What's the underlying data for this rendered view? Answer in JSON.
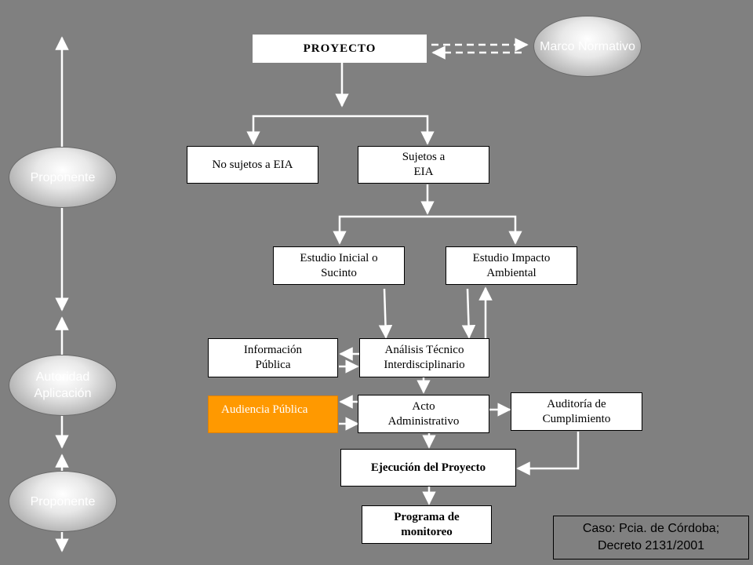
{
  "colors": {
    "background": "#808080",
    "node_fill": "#ffffff",
    "highlight_fill": "#ff9900",
    "connector": "#ffffff"
  },
  "nodes": {
    "proyecto": "PROYECTO",
    "marco_normativo": "Marco Normativo",
    "no_sujetos": "No sujetos a EIA",
    "sujetos": "Sujetos a\nEIA",
    "estudio_inicial": "Estudio Inicial o\nSucinto",
    "estudio_impacto": "Estudio Impacto\nAmbiental",
    "informacion_publica": "Información\nPública",
    "analisis_tecnico": "Análisis Técnico\nInterdisciplinario",
    "audiencia_publica": "Audiencia Pública",
    "acto_administrativo": "Acto\nAdministrativo",
    "auditoria": "Auditoría de\nCumplimiento",
    "ejecucion": "Ejecución del Proyecto",
    "programa_monitoreo": "Programa de\nmonitoreo"
  },
  "actors": {
    "proponente_top": "Proponente",
    "autoridad": "Autoridad\nAplicación",
    "proponente_bottom": "Proponente"
  },
  "note": "Caso: Pcia. de Córdoba;\nDecreto 2131/2001"
}
